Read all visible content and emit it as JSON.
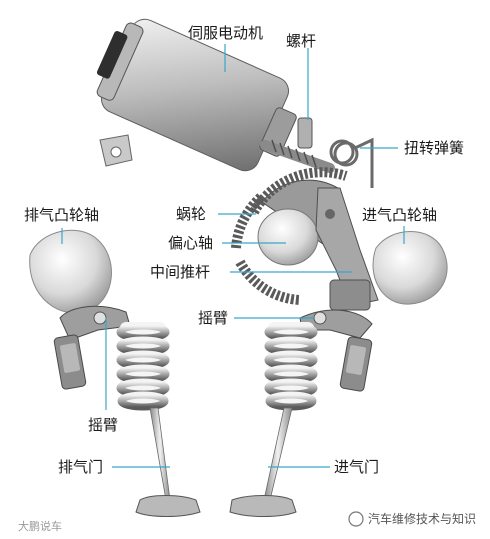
{
  "labels": {
    "servo_motor": "伺服电动机",
    "screw_rod": "螺杆",
    "torsion_spring": "扭转弹簧",
    "exhaust_camshaft": "排气凸轮轴",
    "intake_camshaft": "进气凸轮轴",
    "worm_gear": "蜗轮",
    "eccentric_shaft": "偏心轴",
    "intermediate_pushrod": "中间推杆",
    "rocker_arm_right": "摇臂",
    "rocker_arm_left": "摇臂",
    "exhaust_valve": "排气门",
    "intake_valve": "进气门"
  },
  "watermarks": {
    "right": "汽车维修技术与知识",
    "left": "大鹏说车"
  },
  "colors": {
    "leader_line": "#3aa6c9",
    "metal_light": "#e6e6e6",
    "metal_dark": "#6f6f6f"
  }
}
